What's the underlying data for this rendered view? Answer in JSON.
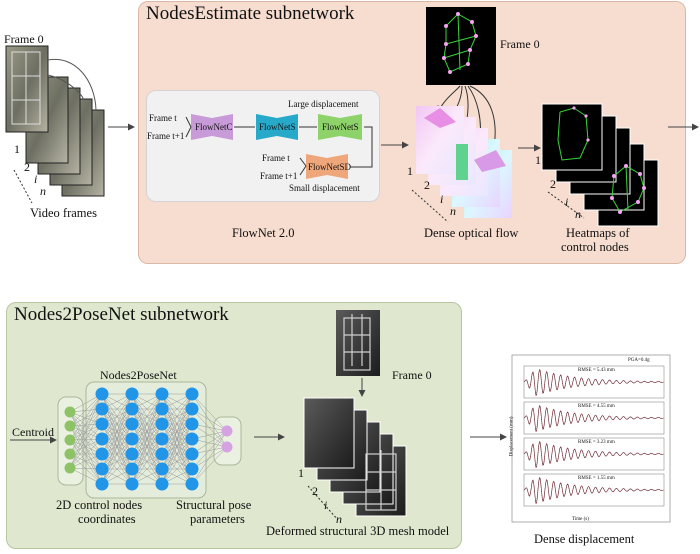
{
  "top": {
    "title": "NodesEstimate subnetwork",
    "frame0_left": "Frame 0",
    "frame0_right": "Frame 0",
    "video_caption": "Video frames",
    "flownet_caption": "FlowNet 2.0",
    "flow_caption": "Dense optical flow",
    "heatmap_caption_1": "Heatmaps of",
    "heatmap_caption_2": "control nodes",
    "flownet": {
      "large_label": "Large displacement",
      "small_label": "Small displacement",
      "frame_t": "Frame t",
      "frame_t1": "Frame t+1",
      "net_c": "FlowNetC",
      "net_s1": "FlowNetS",
      "net_s2": "FlowNetS",
      "net_sd": "FlowNetSD"
    },
    "stack_labels": [
      "1",
      "2",
      "i",
      "n"
    ]
  },
  "bottom": {
    "title": "Nodes2PoseNet subnetwork",
    "net_label": "Nodes2PoseNet",
    "centroid": "Centroid",
    "input_caption_1": "2D control nodes",
    "input_caption_2": "coordinates",
    "output_caption_1": "Structural pose",
    "output_caption_2": "parameters",
    "frame0": "Frame 0",
    "mesh_caption": "Deformed structural 3D mesh model",
    "displacement_caption": "Dense displacement",
    "plot": {
      "pga": "PGA=0.4g",
      "ylabel": "Displacement (mm)",
      "xlabel": "Time (s)",
      "rmse": [
        "RMSE = 5.43 mm",
        "RMSE = 4.55 mm",
        "RMSE = 3.23 mm",
        "RMSE = 1.55 mm"
      ]
    }
  },
  "colors": {
    "top_panel": "#f6ddd0",
    "bottom_panel": "#dfe8cf",
    "flownet_c": "#c89ad8",
    "flownet_s": "#27a9c9",
    "flownet_s2": "#8ed36a",
    "flownet_sd": "#eea67a",
    "neuron_input": "#8dc266",
    "neuron_hidden": "#2196e8",
    "neuron_output": "#d6a2e2"
  }
}
